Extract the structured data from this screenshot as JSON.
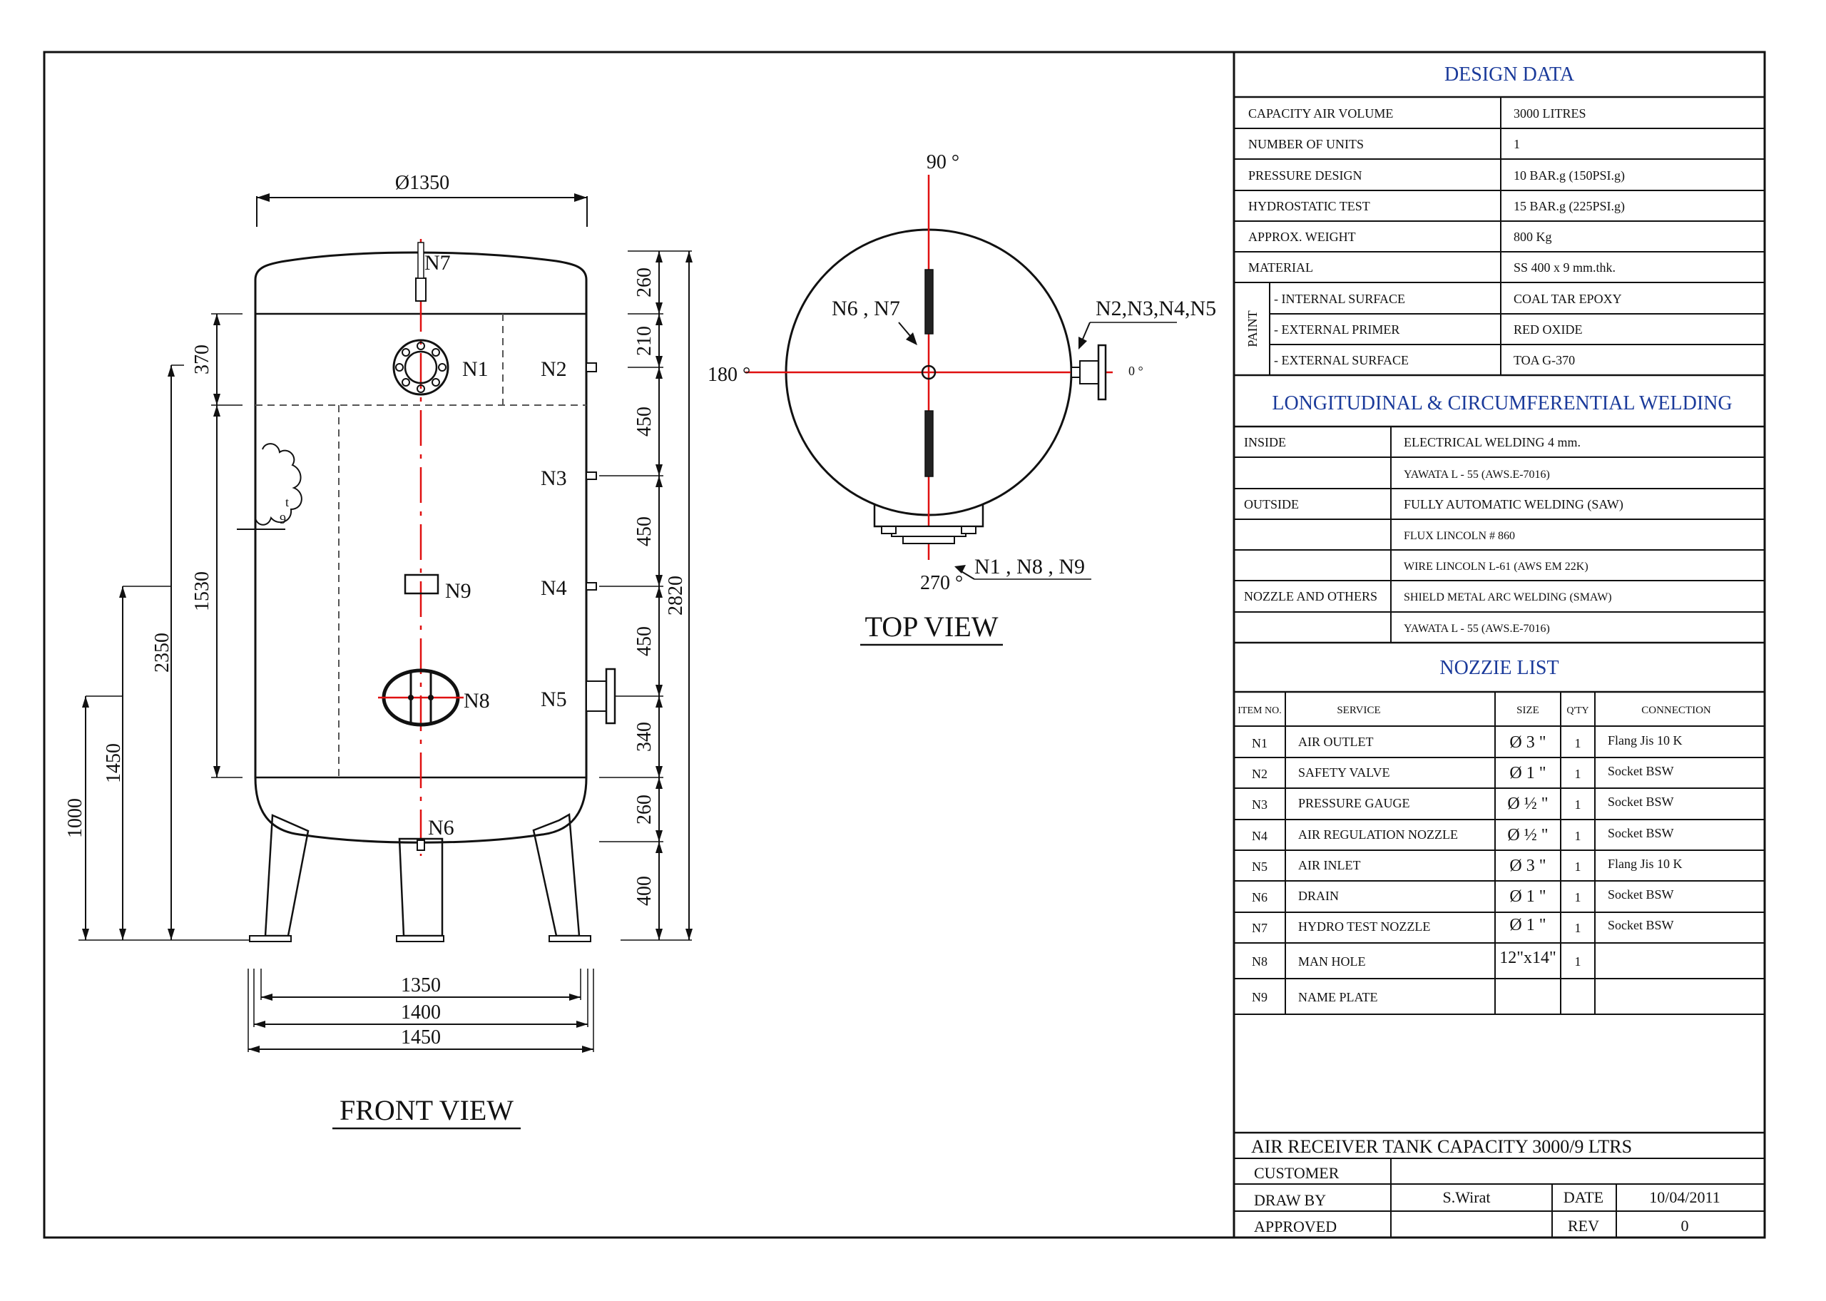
{
  "front_view": {
    "title": "FRONT VIEW",
    "diameter": "Ø1350",
    "nozzles": {
      "n1": "N1",
      "n2": "N2",
      "n3": "N3",
      "n4": "N4",
      "n5": "N5",
      "n6": "N6",
      "n7": "N7",
      "n8": "N8",
      "n9": "N9"
    },
    "right_dims": [
      "260",
      "210",
      "450",
      "450",
      "450",
      "340",
      "260",
      "400"
    ],
    "overall_height": "2820",
    "left_dims": {
      "d370": "370",
      "d1530": "1530",
      "d2350": "2350",
      "d1450": "1450",
      "d1000": "1000"
    },
    "bottom_dims": [
      "1350",
      "1400",
      "1450"
    ]
  },
  "top_view": {
    "title": "TOP VIEW",
    "angle_90": "90 °",
    "angle_180": "180 °",
    "angle_0": "0 °",
    "angle_270": "270 °",
    "label_n6n7": "N6 , N7",
    "label_n2n5": "N2,N3,N4,N5",
    "label_n1n8n9": "N1 , N8 , N9"
  },
  "design_data": {
    "title": "DESIGN DATA",
    "rows": [
      {
        "label": "CAPACITY AIR VOLUME",
        "value": "3000 LITRES"
      },
      {
        "label": "NUMBER OF UNITS",
        "value": "1"
      },
      {
        "label": "PRESSURE DESIGN",
        "value": "10 BAR.g (150PSI.g)"
      },
      {
        "label": "HYDROSTATIC TEST",
        "value": "15 BAR.g (225PSI.g)"
      },
      {
        "label": "APPROX. WEIGHT",
        "value": "800 Kg"
      },
      {
        "label": "MATERIAL",
        "value": "SS 400 x 9 mm.thk."
      }
    ],
    "paint_label": "PAINT",
    "paint_rows": [
      {
        "label": "- INTERNAL SURFACE",
        "value": "COAL TAR EPOXY"
      },
      {
        "label": "- EXTERNAL PRIMER",
        "value": "RED OXIDE"
      },
      {
        "label": "- EXTERNAL SURFACE",
        "value": "TOA G-370"
      }
    ]
  },
  "welding": {
    "title": "LONGITUDINAL & CIRCUMFERENTIAL WELDING",
    "rows": [
      {
        "label": "INSIDE",
        "value": "ELECTRICAL WELDING 4 mm."
      },
      {
        "label": "",
        "value": "YAWATA L - 55 (AWS.E-7016)"
      },
      {
        "label": "OUTSIDE",
        "value": "FULLY AUTOMATIC WELDING (SAW)"
      },
      {
        "label": "",
        "value": "FLUX LINCOLN # 860"
      },
      {
        "label": "",
        "value": "WIRE LINCOLN L-61 (AWS EM 22K)"
      },
      {
        "label": "NOZZLE AND OTHERS",
        "value": "SHIELD METAL ARC WELDING (SMAW)"
      },
      {
        "label": "",
        "value": "YAWATA L - 55 (AWS.E-7016)"
      }
    ]
  },
  "nozzle_list": {
    "title": "NOZZIE LIST",
    "headers": [
      "ITEM NO.",
      "SERVICE",
      "SIZE",
      "Q'TY",
      "CONNECTION"
    ],
    "rows": [
      [
        "N1",
        "AIR OUTLET",
        "Ø 3 \"",
        "1",
        "Flang Jis 10 K"
      ],
      [
        "N2",
        "SAFETY VALVE",
        "Ø 1 \"",
        "1",
        "Socket BSW"
      ],
      [
        "N3",
        "PRESSURE GAUGE",
        "Ø ½ \"",
        "1",
        "Socket BSW"
      ],
      [
        "N4",
        "AIR REGULATION NOZZLE",
        "Ø ½ \"",
        "1",
        "Socket BSW"
      ],
      [
        "N5",
        "AIR INLET",
        "Ø 3 \"",
        "1",
        "Flang Jis 10 K"
      ],
      [
        "N6",
        "DRAIN",
        "Ø 1 \"",
        "1",
        "Socket BSW"
      ],
      [
        "N7",
        "HYDRO TEST NOZZLE",
        "Ø 1 \"",
        "1",
        "Socket BSW"
      ],
      [
        "N8",
        "MAN HOLE",
        "12\"x14\"",
        "1",
        ""
      ],
      [
        "N9",
        "NAME PLATE",
        "",
        "",
        ""
      ]
    ]
  },
  "title_block": {
    "title": "AIR RECEIVER TANK CAPACITY 3000/9 LTRS",
    "customer_label": "CUSTOMER",
    "draw_by_label": "DRAW BY",
    "draw_by": "S.Wirat",
    "date_label": "DATE",
    "date": "10/04/2011",
    "approved_label": "APPROVED",
    "rev_label": "REV",
    "rev": "0"
  },
  "colors": {
    "line": "#111111",
    "centerline": "#e01010",
    "heading": "#1a3a9a"
  }
}
